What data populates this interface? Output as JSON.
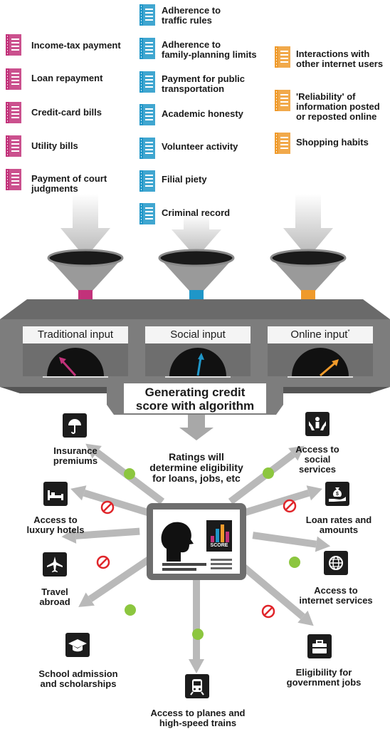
{
  "colors": {
    "traditional": "#c2327a",
    "social": "#1f96c8",
    "online": "#ef9a2b",
    "ok": "#8cc63f",
    "ban": "#e0252a"
  },
  "traditional_inputs": [
    "Income-tax payment",
    "Loan repayment",
    "Credit-card bills",
    "Utility bills",
    "Payment of court\njudgments"
  ],
  "social_inputs": [
    "Adherence to\ntraffic rules",
    "Adherence to\nfamily-planning limits",
    "Payment for public\ntransportation",
    "Academic honesty",
    "Volunteer activity",
    "Filial piety",
    "Criminal record"
  ],
  "online_inputs": [
    "Interactions with\nother internet users",
    "'Reliability' of\ninformation posted\nor reposted online",
    "Shopping habits"
  ],
  "gauges": {
    "traditional": "Traditional input",
    "social": "Social input",
    "online": "Online input",
    "online_mark": "*"
  },
  "algorithm_label": "Generating credit\nscore with algorithm",
  "ratings_label": "Ratings will\ndetermine eligibility\nfor loans, jobs, etc",
  "score_label": "SCORE",
  "outcomes": {
    "insurance": {
      "label": "Insurance\npremiums",
      "icon": "umbrella-icon",
      "status": "ok"
    },
    "hotels": {
      "label": "Access to\nluxury hotels",
      "icon": "bed-icon",
      "status": "banned"
    },
    "travel": {
      "label": "Travel\nabroad",
      "icon": "airplane-icon",
      "status": "banned"
    },
    "school": {
      "label": "School admission\nand scholarships",
      "icon": "graduation-cap-icon",
      "status": "ok"
    },
    "trains": {
      "label": "Access to planes and\nhigh-speed trains",
      "icon": "train-icon",
      "status": "ok"
    },
    "gov_jobs": {
      "label": "Eligibility for\ngovernment jobs",
      "icon": "briefcase-icon",
      "status": "banned"
    },
    "internet": {
      "label": "Access to\ninternet services",
      "icon": "globe-icon",
      "status": "ok"
    },
    "loans": {
      "label": "Loan rates and\namounts",
      "icon": "money-bag-icon",
      "status": "banned"
    },
    "social": {
      "label": "Access to\nsocial\nservices",
      "icon": "social-care-icon",
      "status": "ok"
    }
  }
}
